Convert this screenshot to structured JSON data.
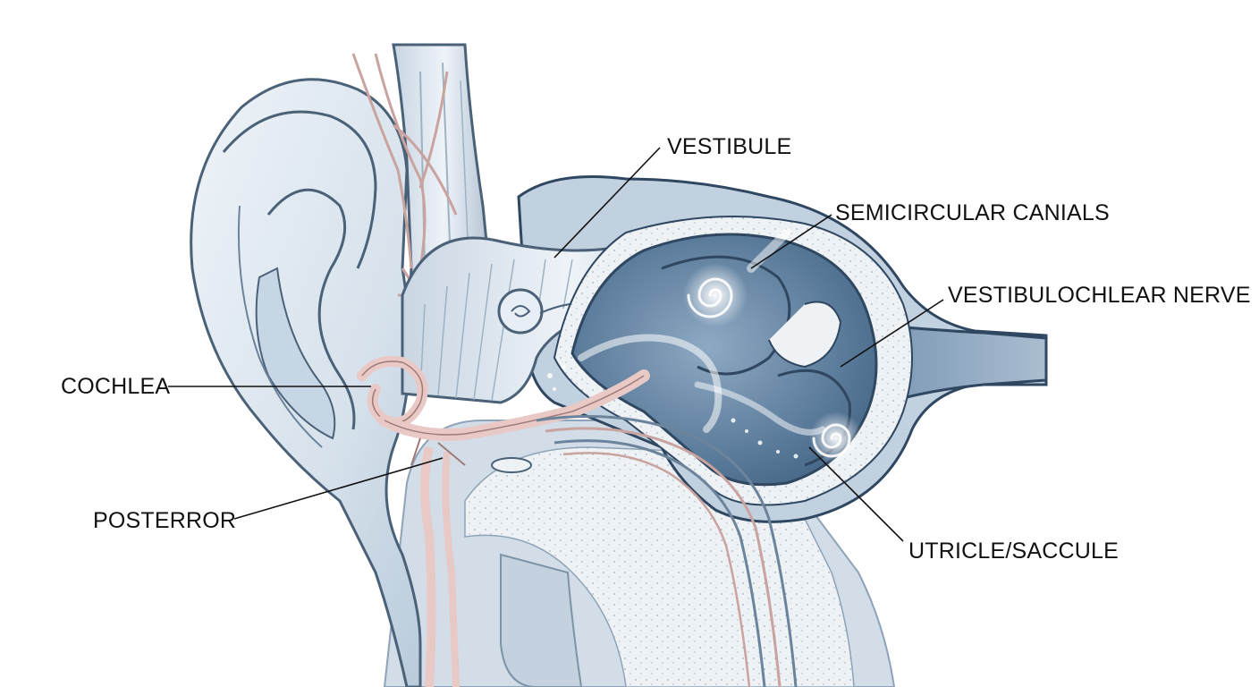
{
  "labels": {
    "vestibule": "VESTIBULE",
    "semicircular": "SEMICIRCULAR CANIALS",
    "nerve": "VESTIBULOCHLEAR NERVE",
    "cochlea": "COCHLEA",
    "posterror": "POSTERROR",
    "utricle": "UTRICLE/SACCULE"
  },
  "colors": {
    "background": "#ffffff",
    "ear_light": "#dfe8f1",
    "ear_shade": "#b9cbdb",
    "chamber_blue": "#5d7d9c",
    "chamber_dark": "#3f5f80",
    "nerve_pink": "#e8c9c6",
    "bone_speckle": "#eef2f5",
    "outline": "#25384d",
    "label_text": "#111111"
  }
}
